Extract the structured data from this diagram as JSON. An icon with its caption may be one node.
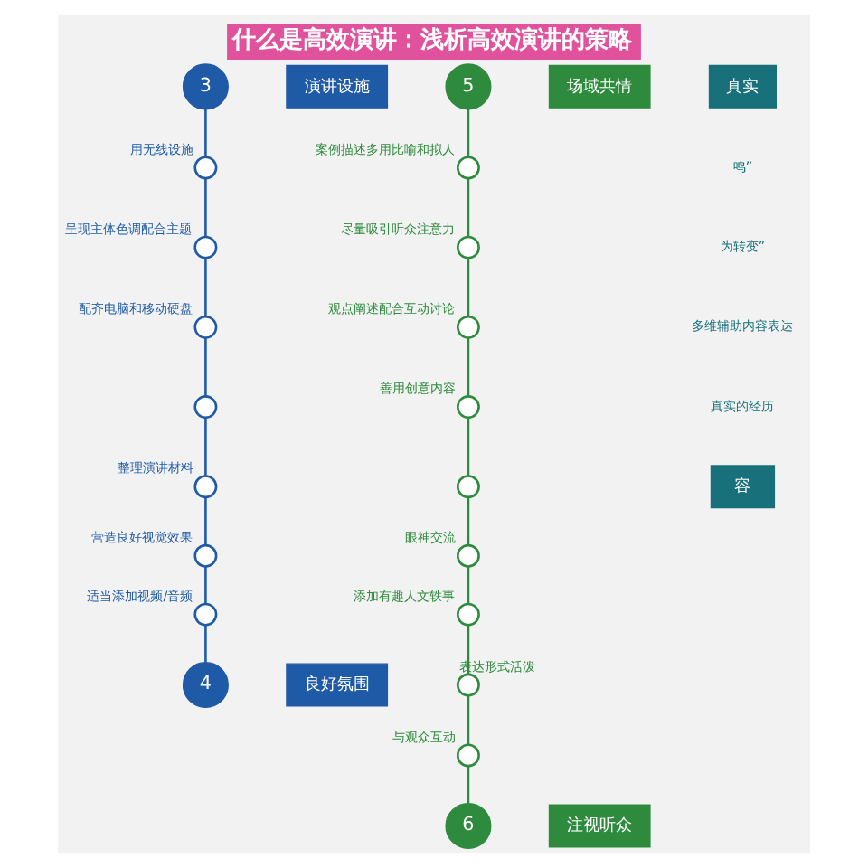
{
  "diagram": {
    "title": "什么是高效演讲：浅析高效演讲的策略",
    "nodes": [
      {
        "text": [
          "3"
        ]
      },
      {
        "text": [
          "演讲设施"
        ]
      },
      {
        "text": [],
        "shape": "circle",
        "beside": [
          "用无线设施"
        ]
      },
      {
        "text": [],
        "shape": "circle",
        "beside": [
          "呈现主体色调配合主题"
        ]
      },
      {
        "text": [],
        "shape": "circle",
        "beside": [
          "配齐电脑和移动硬盘"
        ]
      },
      {
        "text": [],
        "shape": "circle"
      },
      {
        "text": [],
        "shape": "circle",
        "beside": [
          "整理演讲材料"
        ]
      },
      {
        "text": [],
        "shape": "circle",
        "beside": [
          "营造良好视觉效果"
        ]
      },
      {
        "text": [],
        "shape": "circle",
        "beside": [
          "适当添加视频/音频"
        ]
      },
      {
        "text": [
          "4"
        ]
      },
      {
        "text": [
          "良好氛围"
        ]
      },
      {
        "text": [
          "5"
        ]
      },
      {
        "text": [
          "场域共情"
        ]
      },
      {
        "text": [],
        "shape": "circle",
        "beside": [
          "案例描述多用比喻和拟人"
        ]
      },
      {
        "text": [],
        "shape": "circle",
        "beside": [
          "尽量吸引听众注意力"
        ]
      },
      {
        "text": [],
        "shape": "circle",
        "beside": [
          "观点阐述配合互动讨论"
        ]
      },
      {
        "text": [],
        "shape": "circle",
        "beside": [
          "善用创意内容"
        ]
      },
      {
        "text": [],
        "shape": "circle"
      },
      {
        "text": [],
        "shape": "circle",
        "beside": [
          "眼神交流"
        ]
      },
      {
        "text": [],
        "shape": "circle",
        "beside": [
          "添加有趣人文轶事"
        ]
      },
      {
        "text": [],
        "shape": "circle",
        "beside": [
          "表达形式活泼"
        ]
      },
      {
        "text": [],
        "shape": "circle",
        "beside": [
          "与观众互动"
        ]
      },
      {
        "text": [
          "6"
        ]
      },
      {
        "text": [
          "注视听众"
        ]
      },
      {
        "text": [
          "真实"
        ]
      },
      {
        "text": [
          "容"
        ]
      }
    ],
    "edges": [
      {
        "from": 0,
        "to": 2,
        "arrow": "none",
        "color": "#1f5aa6"
      },
      {
        "from": 2,
        "to": 3,
        "arrow": "none",
        "color": "#1f5aa6"
      },
      {
        "from": 3,
        "to": 4,
        "arrow": "none",
        "color": "#1f5aa6"
      },
      {
        "from": 4,
        "to": 5,
        "arrow": "none",
        "color": "#1f5aa6"
      },
      {
        "from": 5,
        "to": 6,
        "arrow": "none",
        "color": "#1f5aa6"
      },
      {
        "from": 6,
        "to": 7,
        "arrow": "none",
        "color": "#1f5aa6"
      },
      {
        "from": 7,
        "to": 8,
        "arrow": "none",
        "color": "#1f5aa6"
      },
      {
        "from": 8,
        "to": 9,
        "arrow": "none",
        "color": "#1f5aa6"
      },
      {
        "from": 11,
        "to": 13,
        "arrow": "none",
        "color": "#2e8b3e"
      },
      {
        "from": 13,
        "to": 14,
        "arrow": "none",
        "color": "#2e8b3e"
      },
      {
        "from": 14,
        "to": 15,
        "arrow": "none",
        "color": "#2e8b3e"
      },
      {
        "from": 15,
        "to": 16,
        "arrow": "none",
        "color": "#2e8b3e"
      },
      {
        "from": 16,
        "to": 17,
        "arrow": "none",
        "color": "#2e8b3e"
      },
      {
        "from": 17,
        "to": 18,
        "arrow": "none",
        "color": "#2e8b3e"
      },
      {
        "from": 18,
        "to": 19,
        "arrow": "none",
        "color": "#2e8b3e"
      },
      {
        "from": 19,
        "to": 20,
        "arrow": "none",
        "color": "#2e8b3e"
      },
      {
        "from": 20,
        "to": 21,
        "arrow": "none",
        "color": "#2e8b3e"
      },
      {
        "from": 21,
        "to": 22,
        "arrow": "none",
        "color": "#2e8b3e"
      }
    ],
    "labels": [
      "鸣”",
      "为转变”",
      "多维辅助内容表达",
      "真实的经历"
    ]
  }
}
